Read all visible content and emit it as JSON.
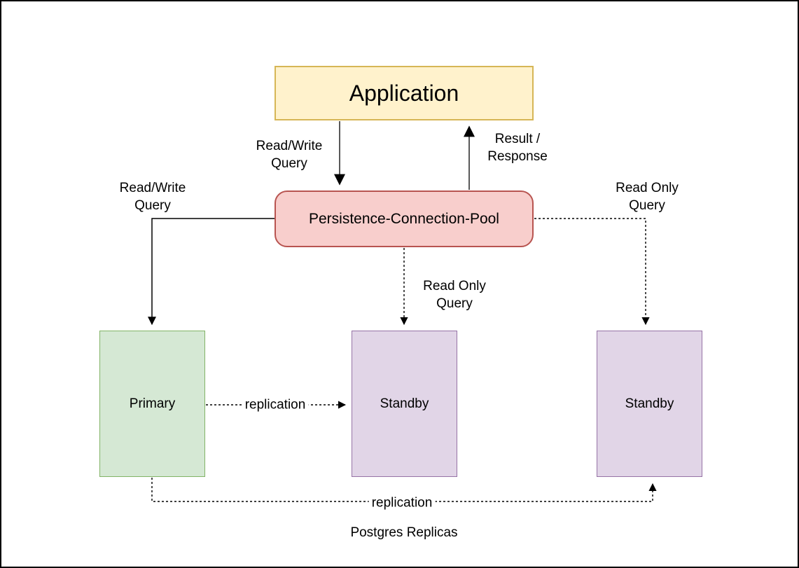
{
  "diagram": {
    "caption": "Postgres Replicas",
    "nodes": {
      "application": {
        "label": "Application",
        "shape": "rectangle"
      },
      "pool": {
        "label": "Persistence-Connection-Pool",
        "shape": "rounded-rectangle"
      },
      "primary": {
        "label": "Primary",
        "shape": "rectangle"
      },
      "standby_mid": {
        "label": "Standby",
        "shape": "rectangle"
      },
      "standby_right": {
        "label": "Standby",
        "shape": "rectangle"
      }
    },
    "edges": [
      {
        "from": "Application",
        "to": "Persistence-Connection-Pool",
        "label": "Read/Write Query",
        "style": "solid-arrow"
      },
      {
        "from": "Persistence-Connection-Pool",
        "to": "Application",
        "label": "Result / Response",
        "style": "solid-arrow"
      },
      {
        "from": "Persistence-Connection-Pool",
        "to": "Primary",
        "label": "Read/Write Query",
        "style": "solid-arrow"
      },
      {
        "from": "Persistence-Connection-Pool",
        "to": "Standby (middle)",
        "label": "Read Only Query",
        "style": "dashed-arrow"
      },
      {
        "from": "Persistence-Connection-Pool",
        "to": "Standby (right)",
        "label": "Read Only Query",
        "style": "dashed-arrow"
      },
      {
        "from": "Primary",
        "to": "Standby (middle)",
        "label": "replication",
        "style": "dashed-arrow"
      },
      {
        "from": "Primary",
        "to": "Standby (right)",
        "label": "replication",
        "style": "dashed-arrow"
      }
    ]
  },
  "colors": {
    "application_fill": "#FFF2CC",
    "application_border": "#D6B656",
    "pool_fill": "#F8CECC",
    "pool_border": "#B85450",
    "primary_fill": "#D5E8D4",
    "primary_border": "#82B366",
    "standby_fill": "#E1D5E7",
    "standby_border": "#9673A6",
    "edge": "#000000",
    "edge_soft": "#595959"
  }
}
